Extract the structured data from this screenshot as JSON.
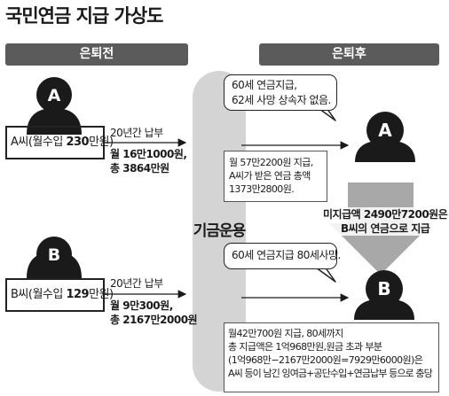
{
  "title": "국민연금 지급 가상도",
  "headers": {
    "before": "은퇴전",
    "after": "은퇴후"
  },
  "fund_label": "기금운용",
  "person_a": {
    "letter": "A",
    "label_prefix": "A씨(월수입 ",
    "income": "230",
    "label_suffix": "만원)",
    "years": "20년간 납부",
    "monthly": "월 16만1000원,",
    "total": "총 3864만원"
  },
  "person_b": {
    "letter": "B",
    "label_prefix": "B씨(월수입 ",
    "income": "129",
    "label_suffix": "만원)",
    "years": "20년간 납부",
    "monthly": "월 9만300원,",
    "total": "총 2167만2000원"
  },
  "bubble_a": {
    "line1": "60세 연금지급,",
    "line2": "62세 사망 상속자 없음."
  },
  "box_a": {
    "line1": "월 57만2200원 지급,",
    "line2": "A씨가 받은 연금 총액",
    "line3": "1373만2800원."
  },
  "transfer": {
    "line1": "미지급액 2490만7200원은",
    "line2": "B씨의 연금으로 지급"
  },
  "bubble_b": {
    "line1": "60세 연금지급 80세사망."
  },
  "box_b": {
    "line1": "월42만700원 지급, 80세까지",
    "line2": "총 지급액은 1억968만원,원금 초과 부분",
    "line3": "(1억968만−2167만2000원=7929만6000원)은",
    "line4": "A씨 등이 남긴 잉여금+공단수입+연금납부 등으로 충당"
  },
  "colors": {
    "header_bg": "#5b5b5b",
    "rail_bg": "#d4d4d4",
    "person": "#1a1a1a",
    "arrow_gray": "#a8a8a8"
  },
  "icons": {
    "person": "person-silhouette-icon",
    "arrow": "arrow-right-icon"
  }
}
